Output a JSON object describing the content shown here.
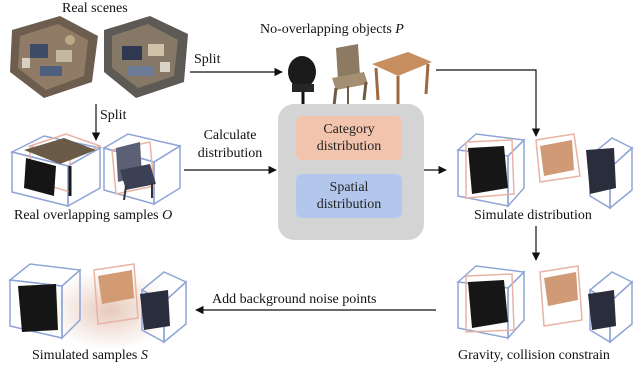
{
  "labels": {
    "real_scenes": "Real scenes",
    "no_overlap_objects": "No-overlapping objects",
    "no_overlap_symbol": "P",
    "split_top": "Split",
    "split_left": "Split",
    "calculate_line1": "Calculate",
    "calculate_line2": "distribution",
    "real_overlap_samples": "Real overlapping samples",
    "real_overlap_symbol": "O",
    "category_line1": "Category",
    "category_line2": "distribution",
    "spatial_line1": "Spatial",
    "spatial_line2": "distribution",
    "simulate_distribution": "Simulate distribution",
    "add_noise": "Add background noise points",
    "simulated_samples": "Simulated samples",
    "simulated_symbol": "S",
    "gravity_collision": "Gravity, collision constrain"
  },
  "colors": {
    "panel": "#d4d4d4",
    "category_box": "#f3c4ad",
    "spatial_box": "#b3c7ec",
    "bbox_blue": "#8ea5d6",
    "bbox_pink": "#e8b3a4",
    "arrow": "#111111"
  }
}
